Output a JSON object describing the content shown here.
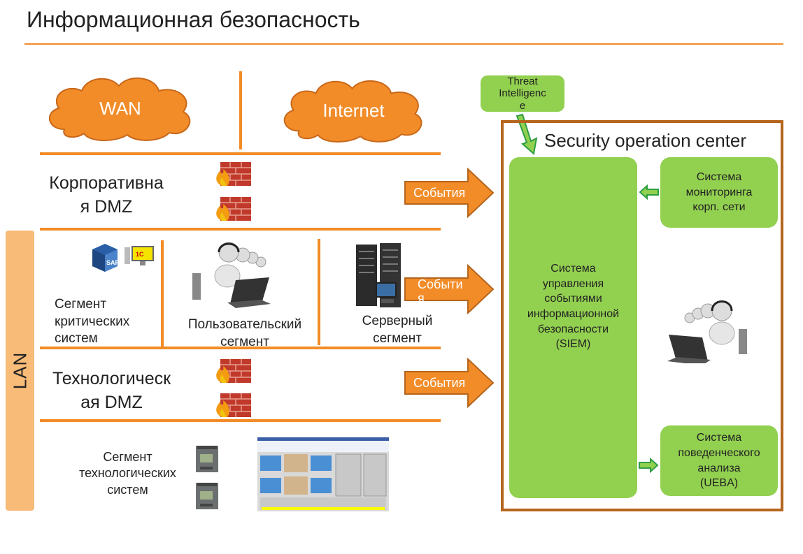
{
  "header": {
    "title": "Информационная безопасность"
  },
  "external": {
    "wan": "WAN",
    "internet": "Internet"
  },
  "zones": {
    "corp_dmz": "Корпоративна\nя  DMZ",
    "tech_dmz": "Технологическ\nая DMZ",
    "lan": "LAN"
  },
  "segments": {
    "critical": "Сегмент\nкритических\nсистем",
    "user": "Пользовательский\nсегмент",
    "server": "Серверный\nсегмент",
    "tech_systems": "Сегмент\nтехнологических\nсистем"
  },
  "arrows": {
    "events_1": "События",
    "events_2": "Событи\nя",
    "events_3": "События"
  },
  "soc": {
    "title": "Security operation center",
    "threat_intel": "Threat\nIntelligenc\ne",
    "siem": "Система\nуправления\nсобытиями\nинформационной\nбезопасности\n(SIEM)",
    "monitoring": "Система\nмониторинга\nкорп. сети",
    "ueba": "Система\nповеденческого\nанализа\n(UEBA)"
  },
  "icons": {
    "firewall": "firewall-icon",
    "operators": "operators-icon",
    "server": "server-rack-icon",
    "sap": "sap-cube-icon",
    "onec": "1c-computer-icon",
    "plc": "plc-controller-icon",
    "scada": "scada-screen-icon"
  },
  "colors": {
    "orange": "#f28c28",
    "orange_dark": "#b5651d",
    "green": "#92d050",
    "green_arrow": "#3cb34a",
    "lan_bar": "#f8bb78"
  }
}
